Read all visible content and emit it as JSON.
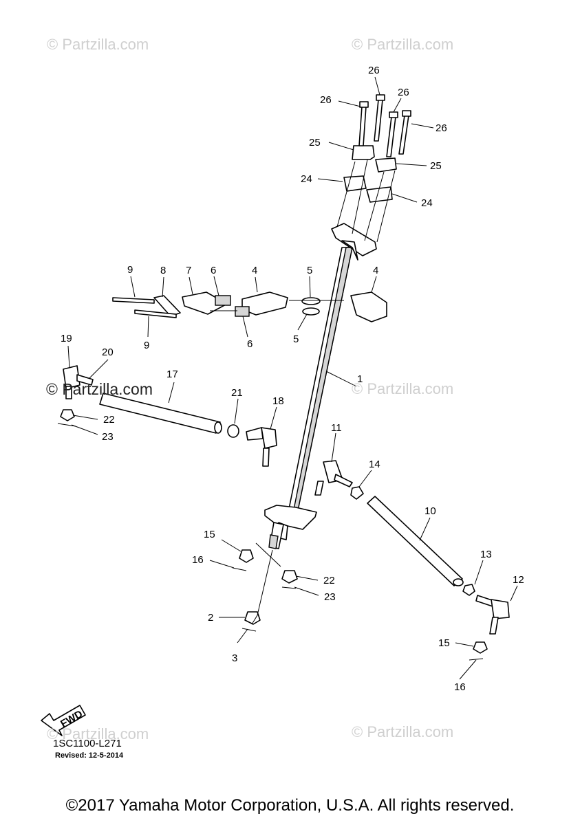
{
  "watermarks": [
    {
      "text": "© Partzilla.com",
      "style": "light"
    },
    {
      "text": "© Partzilla.com",
      "style": "light"
    },
    {
      "text": "© Partzilla.com",
      "style": "dark"
    },
    {
      "text": "© Partzilla.com",
      "style": "light"
    },
    {
      "text": "© Partzilla.com",
      "style": "light"
    },
    {
      "text": "© Partzilla.com",
      "style": "light"
    }
  ],
  "callouts": [
    "1",
    "2",
    "3",
    "4",
    "4",
    "5",
    "5",
    "6",
    "6",
    "7",
    "8",
    "9",
    "9",
    "10",
    "11",
    "12",
    "13",
    "14",
    "15",
    "15",
    "16",
    "16",
    "17",
    "18",
    "19",
    "20",
    "21",
    "22",
    "22",
    "23",
    "23",
    "24",
    "24",
    "25",
    "25",
    "26",
    "26",
    "26",
    "26"
  ],
  "fwd_arrow_label": "FWD",
  "diagram_code": "1SC1100-L271",
  "revised": "Revised: 12-5-2014",
  "copyright": "©2017 Yamaha Motor Corporation, U.S.A. All rights reserved."
}
